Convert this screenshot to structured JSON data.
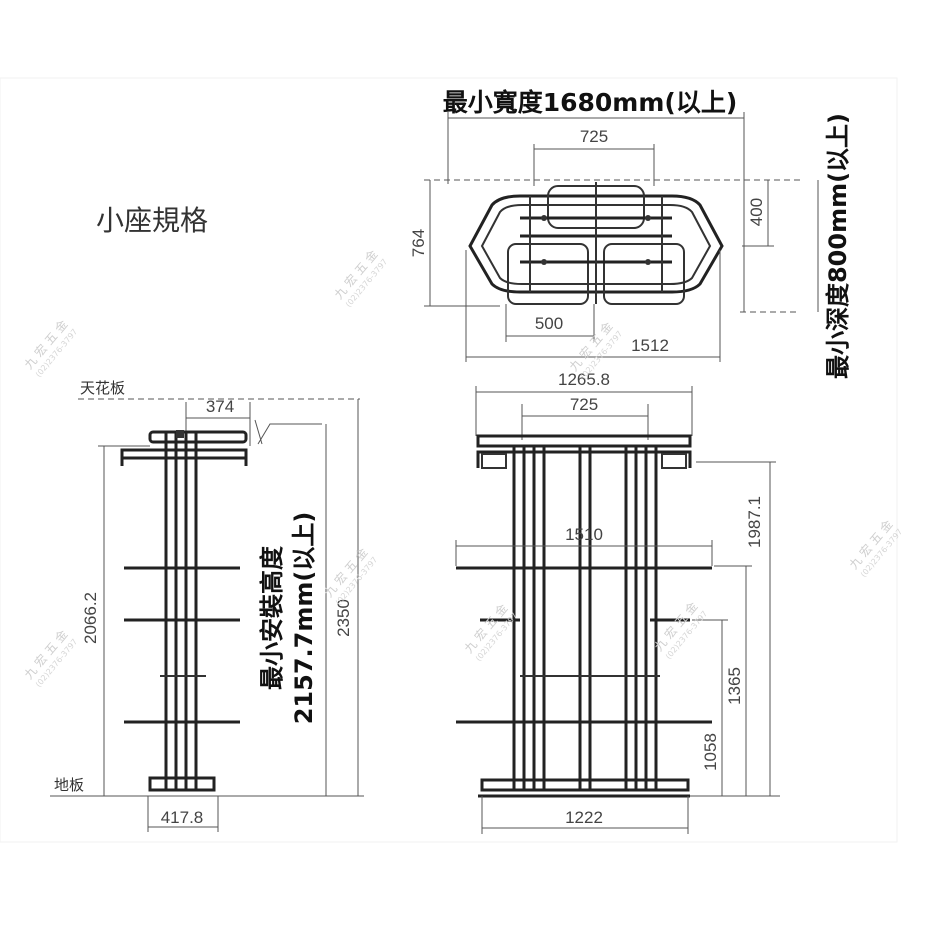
{
  "title": "小座規格",
  "top_view": {
    "min_width_label": "最小寬度1680mm(以上)",
    "min_depth_label": "最小深度800mm(以上)",
    "dim_725": "725",
    "dim_764": "764",
    "dim_400": "400",
    "dim_500": "500",
    "dim_1512": "1512"
  },
  "side_view": {
    "ceiling_label": "天花板",
    "floor_label": "地板",
    "dim_374": "374",
    "dim_2066": "2066.2",
    "dim_2350": "2350",
    "dim_417": "417.8",
    "min_height_label_1": "最小安裝高度",
    "min_height_label_2": "2157.7mm(以上)"
  },
  "front_view": {
    "dim_1265": "1265.8",
    "dim_725": "725",
    "dim_1510": "1510",
    "dim_1987": "1987.1",
    "dim_1365": "1365",
    "dim_1058": "1058",
    "dim_1222": "1222"
  },
  "watermark": {
    "name": "九 宏 五 金",
    "phone": "(02)2376-3797"
  }
}
